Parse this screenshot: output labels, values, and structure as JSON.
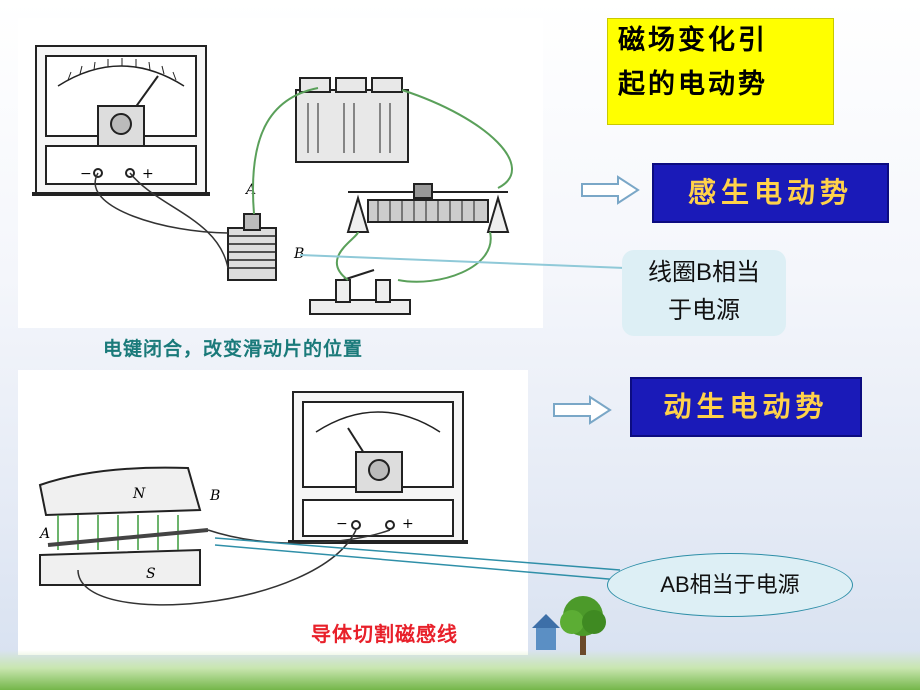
{
  "title_box": {
    "line1": "磁场变化引",
    "line2": "起的电动势"
  },
  "label_induced": "感生电动势",
  "label_motional": "动生电动势",
  "callout_top": {
    "line1": "线圈B相当",
    "line2": "于电源"
  },
  "callout_bottom": "AB相当于电源",
  "caption_top": "电键闭合，改变滑动片的位置",
  "caption_bottom": "导体切割磁感线",
  "apparatus_labels": {
    "a_top": "A",
    "b_top": "B",
    "n_pole": "N",
    "s_pole": "S",
    "a_bottom": "A",
    "b_bottom": "B",
    "meter_minus": "−",
    "meter_plus": "+"
  },
  "colors": {
    "title_bg": "#ffff00",
    "label_bg": "#1a1ab8",
    "label_text": "#ffd24a",
    "caption_top": "#1a7a7a",
    "caption_bottom": "#e8202a",
    "callout_bg": "#ddeff5",
    "wire_green": "#5aa05a"
  }
}
